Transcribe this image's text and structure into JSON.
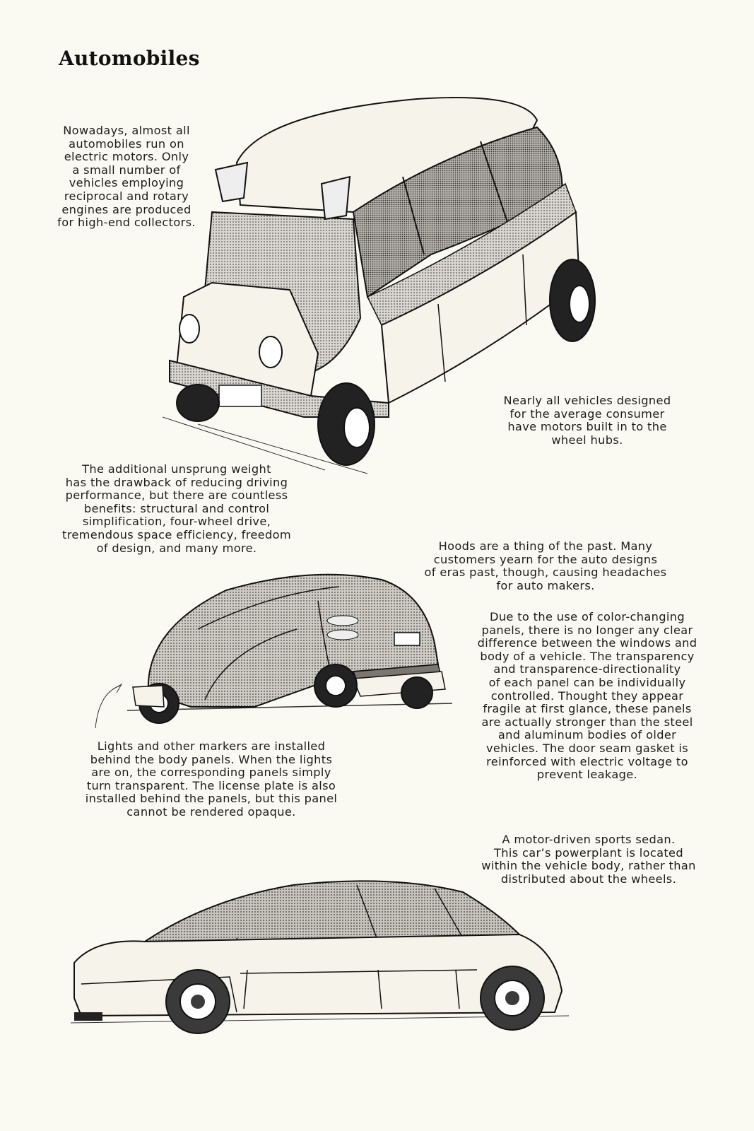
{
  "page": {
    "title": "Automobiles",
    "captions": {
      "electric_motors": "Nowadays, almost all\nautomobiles run on\nelectric motors. Only\na small number of\nvehicles employing\nreciprocal and rotary\nengines are produced\nfor high-end collectors.",
      "hub_motors": "Nearly all vehicles designed\nfor the average consumer\nhave motors built in to the\nwheel hubs.",
      "unsprung_weight": "The additional unsprung weight\nhas the drawback of reducing driving\nperformance, but there are countless\nbenefits: structural and control\nsimplification, four-wheel drive,\ntremendous space efficiency, freedom\nof design, and many more.",
      "hoods": "Hoods are a thing of the past. Many\ncustomers yearn for the auto designs\nof eras past, though, causing headaches\nfor auto makers.",
      "color_panels": "Due to the use of color-changing\npanels, there is no longer any clear\ndifference between the windows and\nbody of a vehicle. The transparency\nand transparence-directionality\nof each panel can be individually\ncontrolled. Thought they appear\nfragile at first glance, these panels\nare actually stronger than the steel\nand aluminum bodies of older\nvehicles. The door seam gasket is\nreinforced with electric voltage to\nprevent leakage.",
      "lights": "Lights and other markers are installed\nbehind the body panels. When the lights\nare on, the corresponding panels simply\nturn transparent. The license plate is also\ninstalled behind the panels, but this panel\ncannot be rendered opaque.",
      "sports_sedan": "A motor-driven sports sedan.\nThis car’s powerplant is located\nwithin the vehicle body, rather than\ndistributed about the wheels."
    },
    "illustrations": [
      {
        "name": "minivan-illustration",
        "depicts": "boxy compact van seen from rear three-quarter view"
      },
      {
        "name": "rounded-car-illustration",
        "depicts": "rounded pod-like car seen from the rear side"
      },
      {
        "name": "sports-sedan-illustration",
        "depicts": "low sports sedan seen from the side"
      }
    ]
  }
}
